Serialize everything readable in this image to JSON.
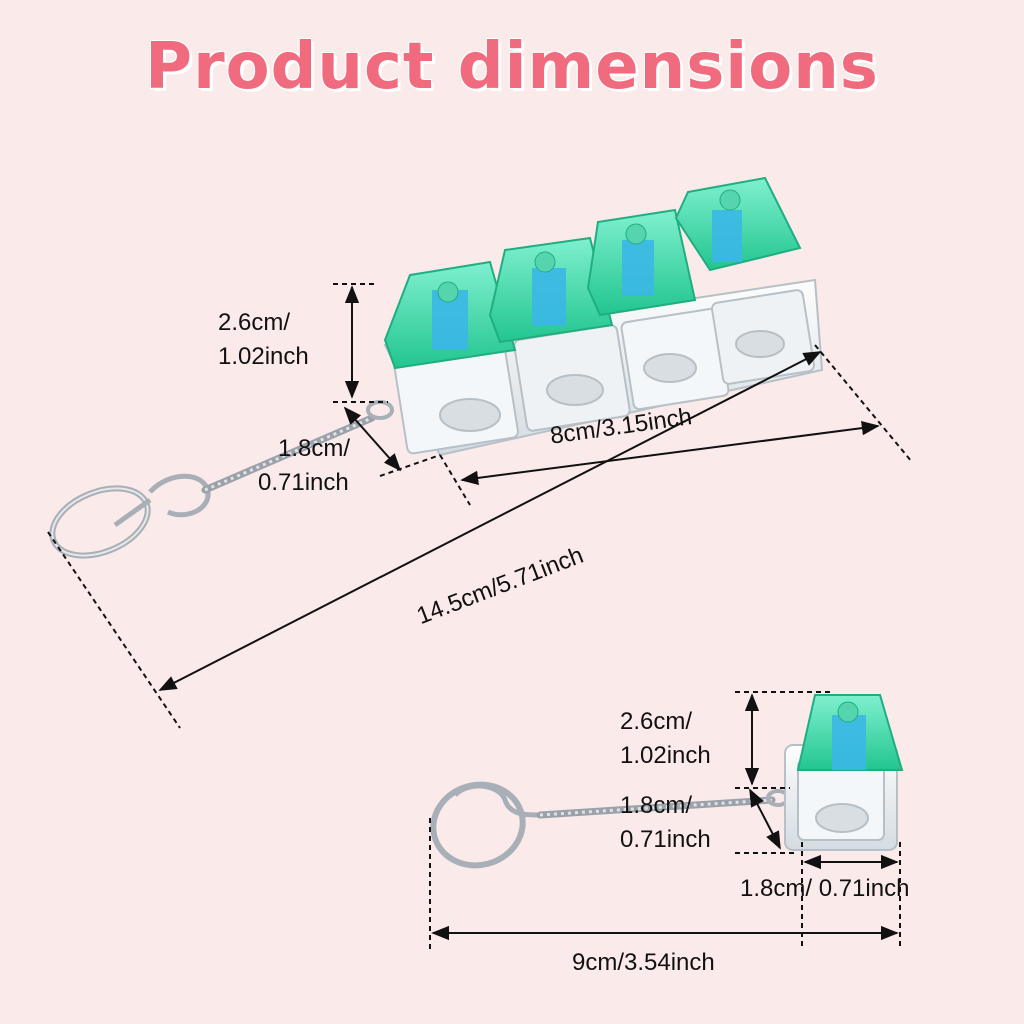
{
  "title": "Product dimensions",
  "colors": {
    "title": "#f06b7e",
    "background": "#fbeaea",
    "keycap": "#3fd6a6",
    "switch_stem": "#3bb7e6",
    "base": "#e8eef2",
    "metal": "#b9bfc6"
  },
  "icons": [
    "keychain-ring-icon",
    "snap-hook-icon",
    "chain-icon",
    "keycap-icon"
  ],
  "large_item": {
    "height_line1": "2.6cm/",
    "height_line2": "1.02inch",
    "width_line1": "1.8cm/",
    "width_line2": "0.71inch",
    "body_length": "8cm/3.15inch",
    "total_length": "14.5cm/5.71inch",
    "key_count": 4
  },
  "small_item": {
    "height_line1": "2.6cm/",
    "height_line2": "1.02inch",
    "depth_line1": "1.8cm/",
    "depth_line2": "0.71inch",
    "width": "1.8cm/ 0.71inch",
    "total_length": "9cm/3.54inch",
    "key_count": 1
  }
}
